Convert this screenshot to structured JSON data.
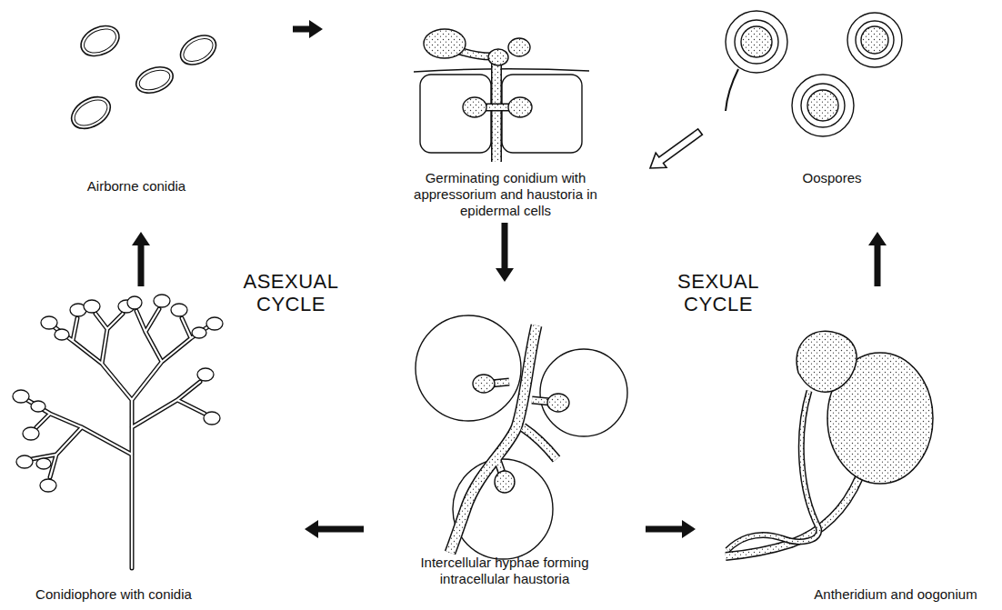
{
  "diagram": {
    "nodes": [
      {
        "text": [
          "Airborne conidia"
        ]
      },
      {
        "text": [
          "Germinating conidium with appressorium and haustoria in epidermal cells"
        ]
      },
      {
        "text": [
          "Oospores"
        ]
      },
      {
        "text": [
          "Intercellular hyphae forming intracellular haustoria"
        ]
      },
      {
        "text": [
          "Conidiophore with conidia"
        ]
      },
      {
        "text": [
          "Antheridium and oogonium"
        ]
      }
    ],
    "edges": [
      {
        "from": 0,
        "to": 1,
        "arrow": "to"
      },
      {
        "from": 1,
        "to": 3,
        "arrow": "to"
      },
      {
        "from": 3,
        "to": 4,
        "arrow": "to"
      },
      {
        "from": 4,
        "to": 0,
        "arrow": "to"
      },
      {
        "from": 3,
        "to": 5,
        "arrow": "to"
      },
      {
        "from": 5,
        "to": 2,
        "arrow": "to"
      },
      {
        "from": 2,
        "to": 1,
        "arrow": "to"
      }
    ],
    "labels": [
      "ASEXUAL CYCLE",
      "SEXUAL CYCLE"
    ]
  }
}
